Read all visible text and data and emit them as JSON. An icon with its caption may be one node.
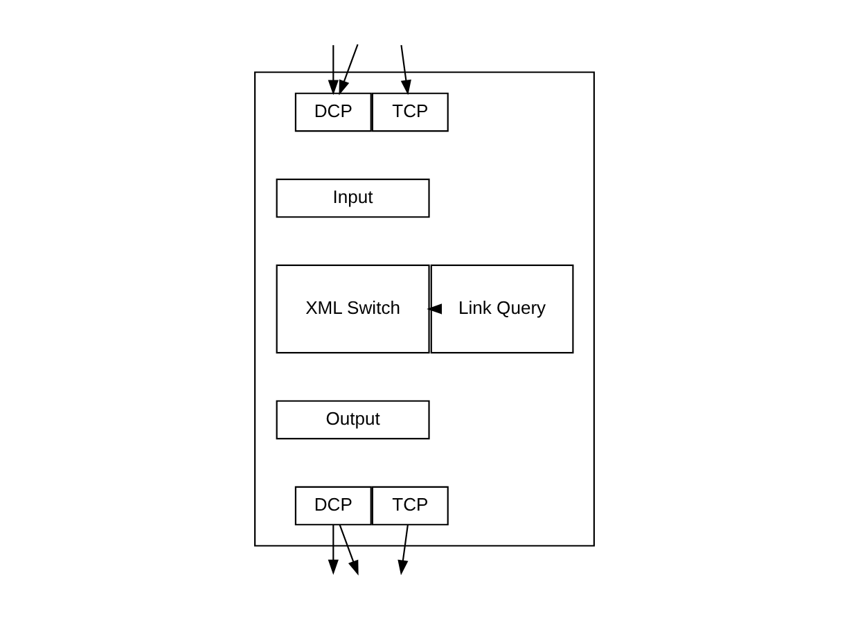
{
  "diagram": {
    "nodes": [
      {
        "text": [],
        "shape": "box"
      },
      {
        "text": [
          "DCP"
        ],
        "in": 0
      },
      {
        "text": [
          "TCP"
        ],
        "in": 0
      },
      {
        "text": [
          "Input"
        ],
        "in": 0
      },
      {
        "text": [
          "XML Switch"
        ],
        "in": 0
      },
      {
        "text": [
          "Output"
        ],
        "in": 0
      },
      {
        "text": [
          "DCP"
        ],
        "in": 0
      },
      {
        "text": [
          "TCP"
        ],
        "in": 0
      },
      {
        "text": [
          "Link Query"
        ],
        "in": 0
      }
    ],
    "edges": [
      {
        "from": null,
        "to": 1,
        "arrow": "to"
      },
      {
        "from": null,
        "to": 1,
        "arrow": "to"
      },
      {
        "from": null,
        "to": 2,
        "arrow": "to"
      },
      {
        "from": 8,
        "to": 4,
        "arrow": "to"
      },
      {
        "from": 6,
        "to": null,
        "arrow": "to"
      },
      {
        "from": 6,
        "to": null,
        "arrow": "to"
      },
      {
        "from": 7,
        "to": null,
        "arrow": "to"
      }
    ]
  }
}
